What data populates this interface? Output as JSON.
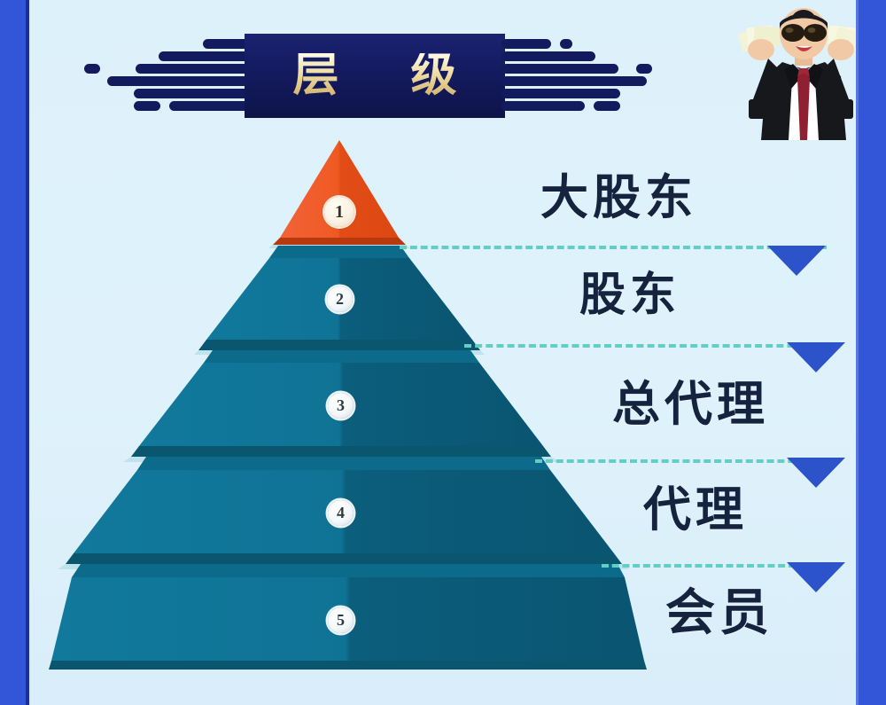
{
  "banner": {
    "title": "层 级",
    "title_plain": "层级",
    "bg_color": "#141a5e",
    "text_color": "#efdca2"
  },
  "theme": {
    "frame_blue": "#3355d8",
    "canvas_blue": "#ddf1fb",
    "tier_teal_light": "#0f7396",
    "tier_teal_dark": "#0b5e7c",
    "apex_orange": "#ef5a22",
    "dash_color": "#63cfc4",
    "arrow_color": "#2c53c9",
    "label_color": "#16233f"
  },
  "pyramid": {
    "levels": [
      {
        "number": "1",
        "label": "大股东",
        "color": "#ef5a22",
        "rank": 1
      },
      {
        "number": "2",
        "label": "股东",
        "color": "#0f7396",
        "rank": 2
      },
      {
        "number": "3",
        "label": "总代理",
        "color": "#0f7396",
        "rank": 3
      },
      {
        "number": "4",
        "label": "代理",
        "color": "#0f7396",
        "rank": 4
      },
      {
        "number": "5",
        "label": "会员",
        "color": "#0f7396",
        "rank": 5
      }
    ]
  },
  "illustration": {
    "name": "businessman-with-cash",
    "suit_color": "#17181c",
    "shirt_color": "#ffffff",
    "tie_color": "#8e2031",
    "skin_color": "#f1c9a5",
    "hair_color": "#1b1b1f",
    "cash_color": "#f3f3d8"
  },
  "arrows": {
    "count": 4,
    "direction": "down"
  }
}
